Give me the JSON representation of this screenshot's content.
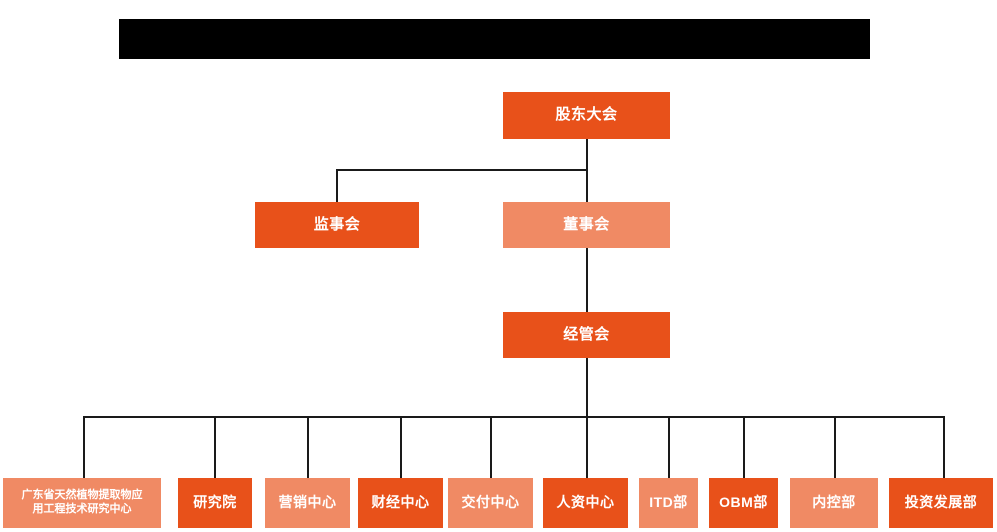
{
  "header": {
    "redacted_title": "",
    "note": "redacted-black-bar"
  },
  "chart_title": "",
  "colors": {
    "dark_orange": "#E8511A",
    "light_orange": "#F08A64",
    "line": "#1a1a1a",
    "redaction": "#000000",
    "text": "#ffffff",
    "background": "#ffffff"
  },
  "org": {
    "level1": {
      "label": "股东大会",
      "shade": "dark"
    },
    "level2": [
      {
        "label": "监事会",
        "shade": "dark"
      },
      {
        "label": "董事会",
        "shade": "light"
      }
    ],
    "level3": {
      "label": "经管会",
      "shade": "dark"
    },
    "level4": [
      {
        "label": "广东省天然植物提取物应\n用工程技术研究中心",
        "line1": "广东省天然植物提取物应",
        "line2": "用工程技术研究中心",
        "shade": "light"
      },
      {
        "label": "研究院",
        "shade": "dark"
      },
      {
        "label": "营销中心",
        "shade": "light"
      },
      {
        "label": "财经中心",
        "shade": "dark"
      },
      {
        "label": "交付中心",
        "shade": "light"
      },
      {
        "label": "人资中心",
        "shade": "dark"
      },
      {
        "label": "ITD部",
        "shade": "light"
      },
      {
        "label": "OBM部",
        "shade": "dark"
      },
      {
        "label": "内控部",
        "shade": "light"
      },
      {
        "label": "投资发展部",
        "shade": "dark"
      }
    ]
  }
}
